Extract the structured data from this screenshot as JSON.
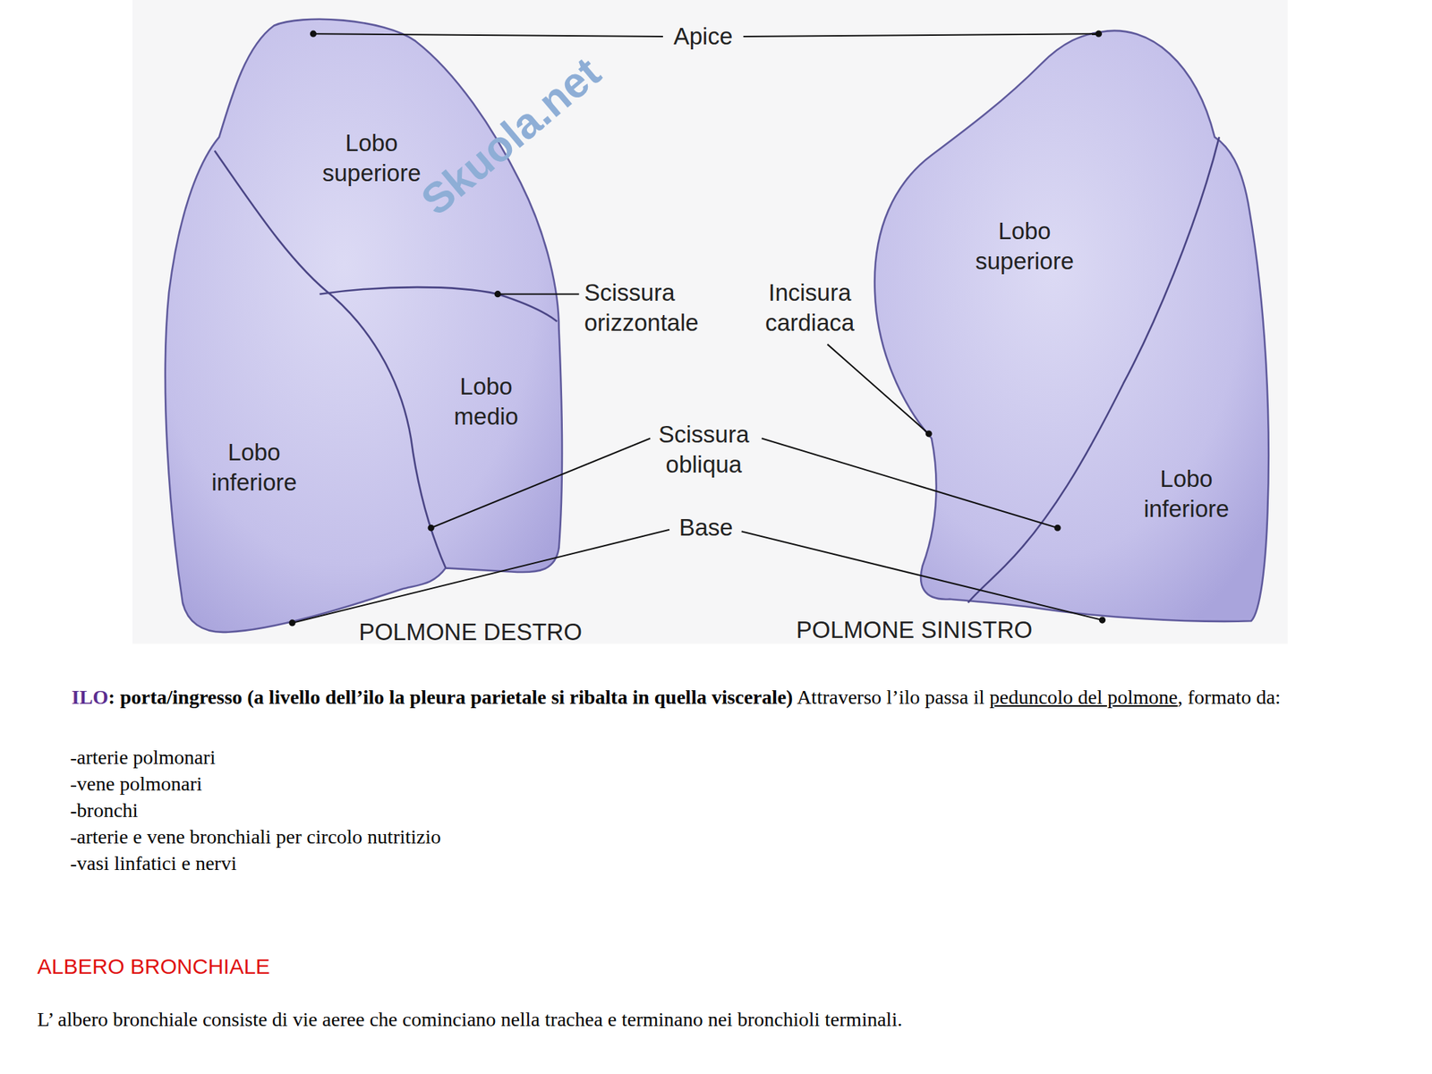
{
  "diagram": {
    "labels": [
      "Skuola.net",
      "Apice",
      "Lobo superiore",
      "Scissura orizzontale",
      "Incisura cardiaca",
      "Lobo superiore",
      "Lobo medio",
      "Scissura obliqua",
      "Lobo inferiore",
      "Lobo inferiore",
      "Base",
      "POLMONE DESTRO",
      "POLMONE SINISTRO",
      "ILO",
      ": porta/ingresso (a livello dell’ilo la pleura parietale si ribalta in quella viscerale)",
      "Attraverso l’ilo passa il",
      "peduncolo del polmone",
      ", formato da:",
      "-arterie polmonari",
      "-vene polmonari",
      "-bronchi",
      "-arterie e vene bronchiali per circolo nutritizio",
      "-vasi linfatici e nervi",
      "ALBERO BRONCHIALE",
      "L’ albero bronchiale consiste di vie aeree che cominciano nella trachea e terminano nei bronchioli terminali."
    ]
  }
}
